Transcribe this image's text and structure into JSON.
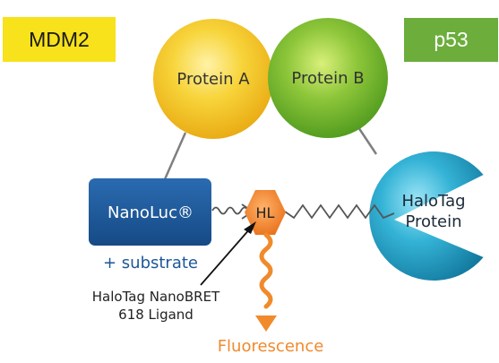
{
  "labels": {
    "left_tag": "MDM2",
    "right_tag": "p53",
    "protein_a": "Protein A",
    "protein_b": "Protein B",
    "nanoluc": "NanoLuc®",
    "substrate": "+ substrate",
    "hl": "HL",
    "halotag_line1": "HaloTag",
    "halotag_line2": "Protein",
    "ligand_line1": "HaloTag NanoBRET",
    "ligand_line2": "618 Ligand",
    "fluorescence": "Fluorescence"
  },
  "colors": {
    "left_tag_bg": "#f7e21b",
    "right_tag_bg": "#6cad3c",
    "protein_a": "#f2c31f",
    "protein_b": "#7dbb2a",
    "nanoluc": "#1d5799",
    "halotag": "#1d8fb5",
    "hl": "#f07d22",
    "fluorescence": "#f08a2c",
    "substrate_text": "#1d5799"
  }
}
